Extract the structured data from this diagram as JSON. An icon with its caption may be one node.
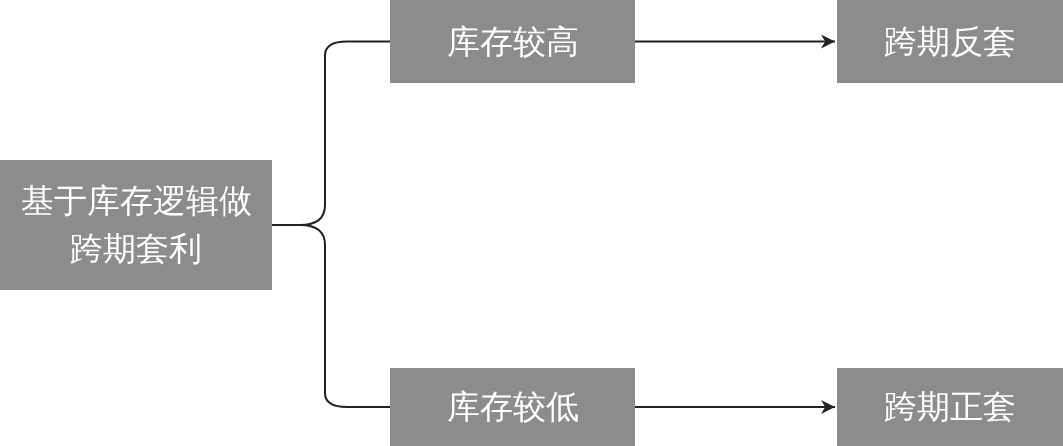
{
  "diagram": {
    "nodes": [
      {
        "text": [
          "基于库存逻辑做跨期套利"
        ]
      },
      {
        "text": [
          "库存较高"
        ]
      },
      {
        "text": [
          "跨期反套"
        ]
      },
      {
        "text": [
          "库存较低"
        ]
      },
      {
        "text": [
          "跨期正套"
        ]
      }
    ],
    "edges": [
      {
        "from": 0,
        "to": 1,
        "arrow": "none"
      },
      {
        "from": 0,
        "to": 3,
        "arrow": "none"
      },
      {
        "from": 1,
        "to": 2,
        "arrow": "to"
      },
      {
        "from": 3,
        "to": 4,
        "arrow": "to"
      }
    ]
  }
}
